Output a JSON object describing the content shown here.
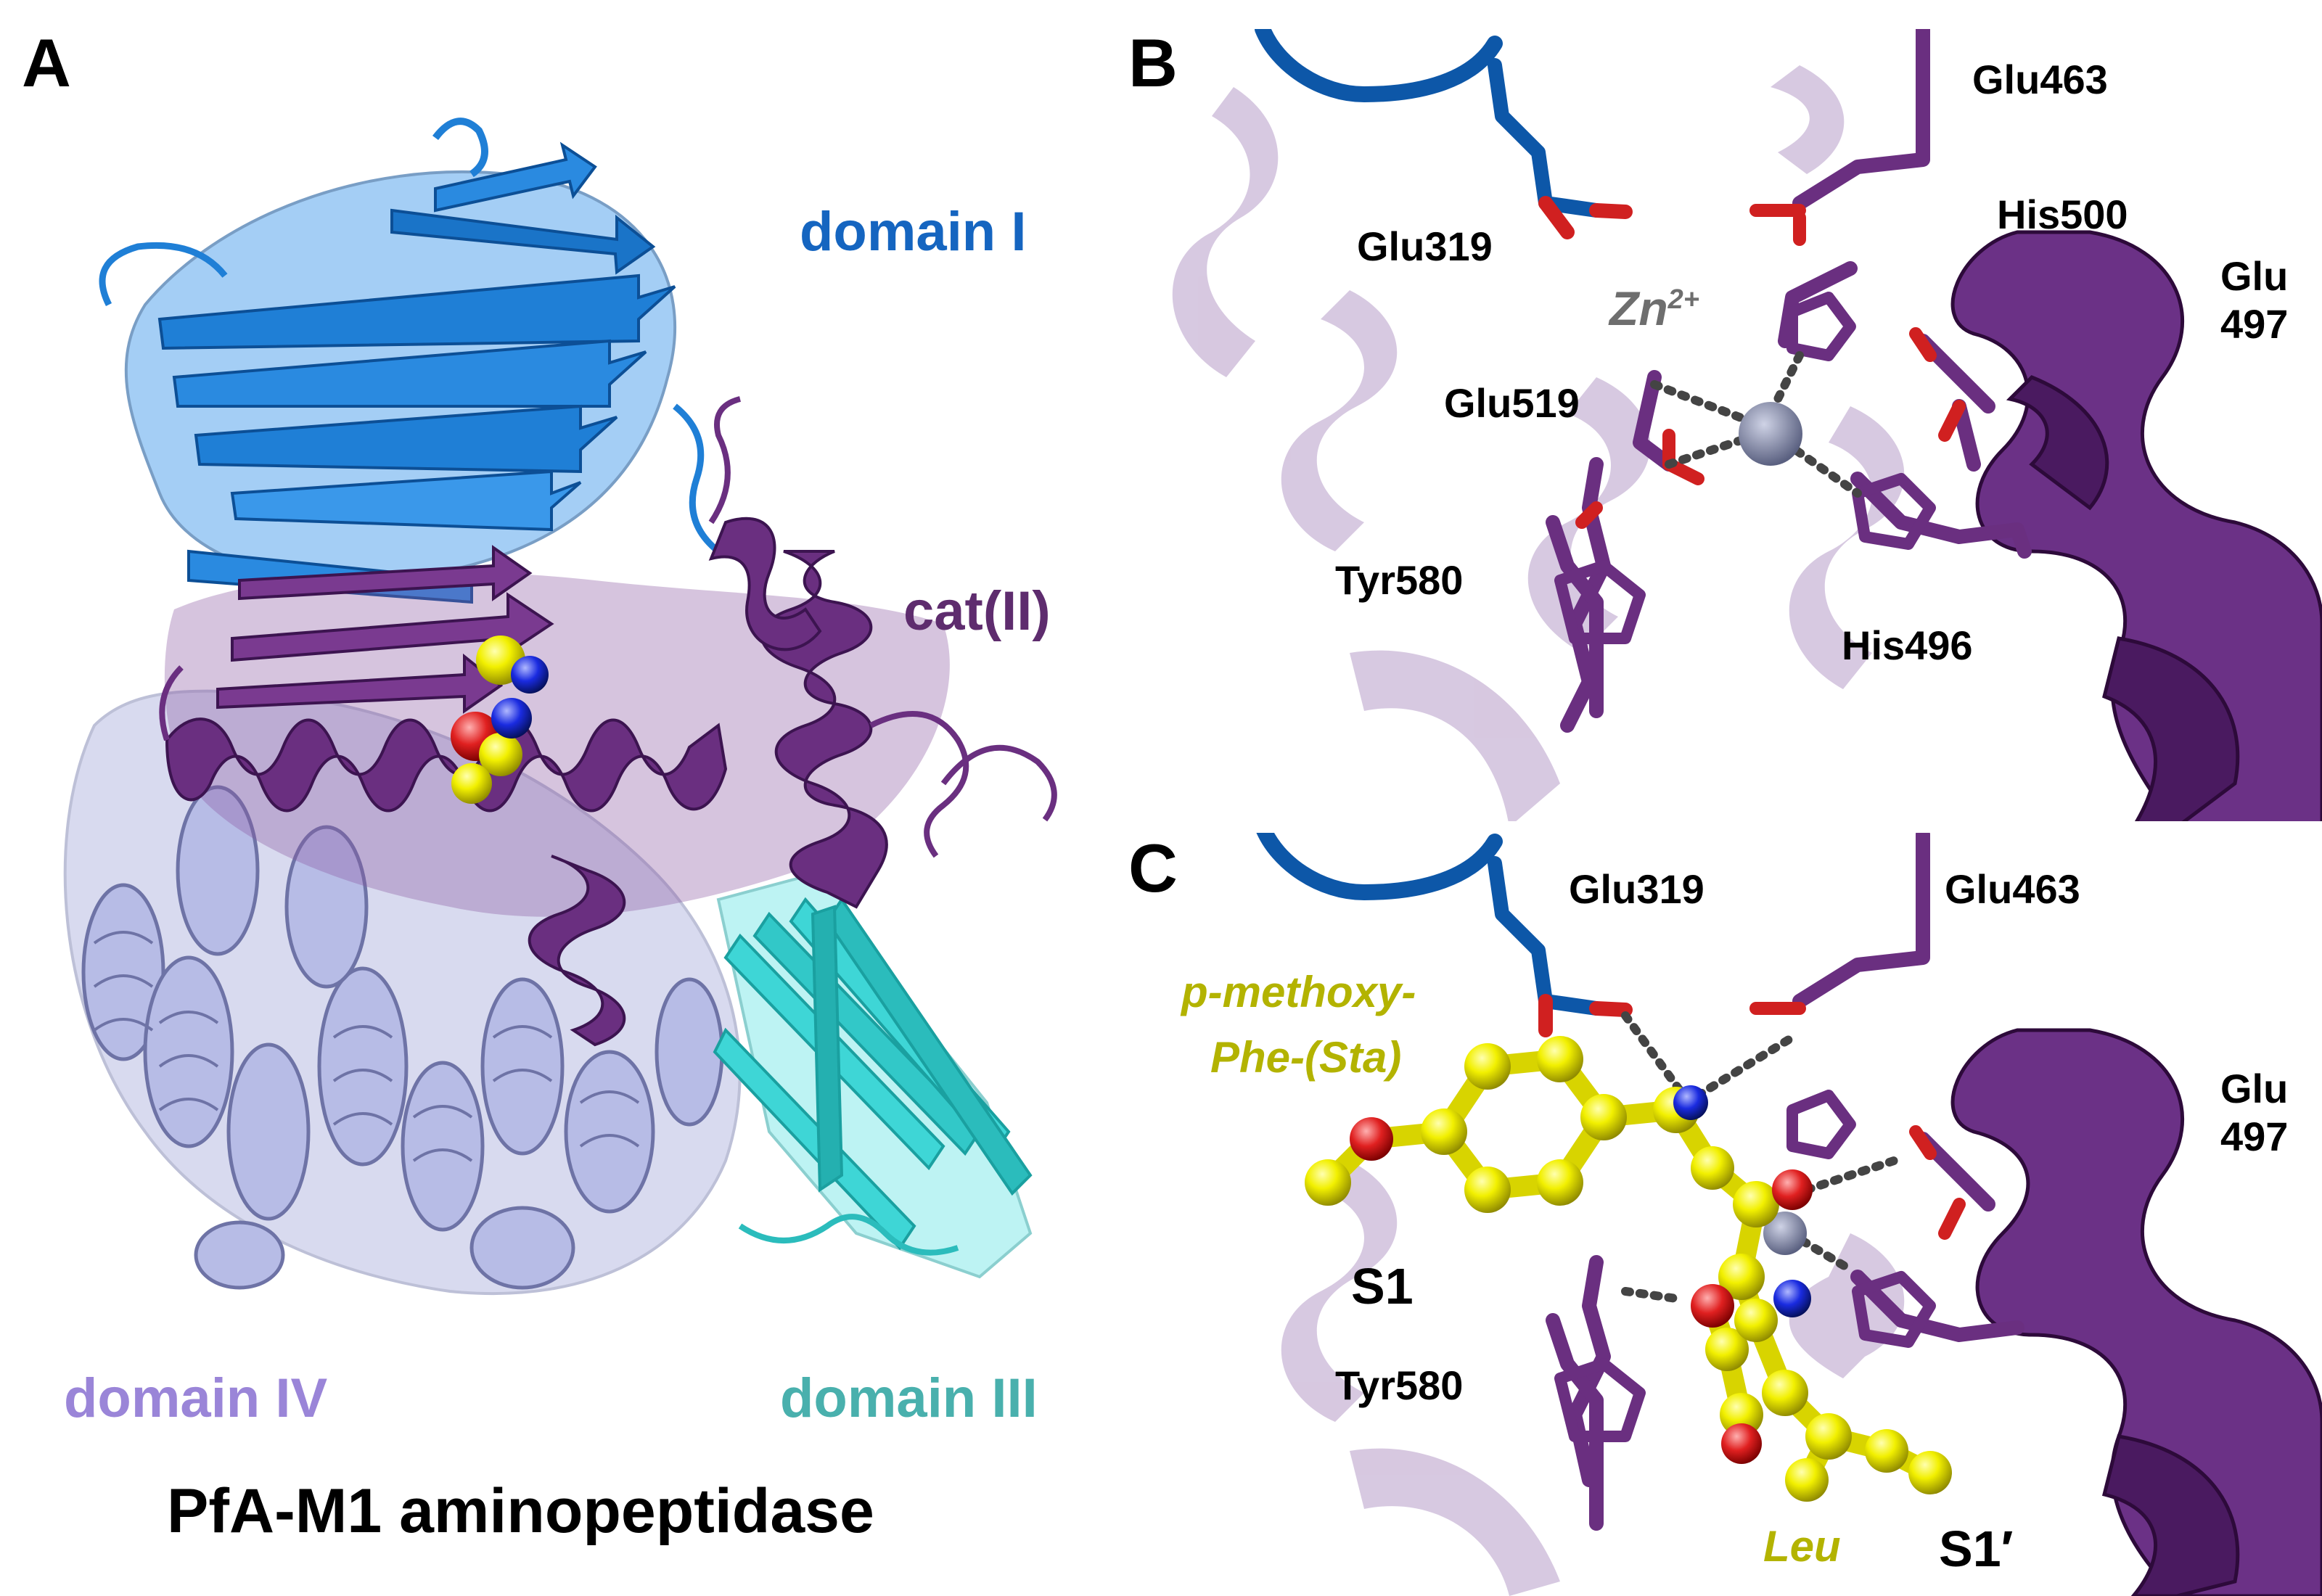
{
  "figure": {
    "title": "PfA-M1 aminopeptidase",
    "panels": {
      "A": {
        "letter": "A",
        "domains": {
          "domain_I": {
            "text": "domain I",
            "color": "#1565c0"
          },
          "cat_II": {
            "text": "cat(II)",
            "color": "#5e2c6e"
          },
          "domain_IV": {
            "text": "domain IV",
            "color": "#9a85d8"
          },
          "domain_III": {
            "text": "domain III",
            "color": "#49b0ad"
          }
        }
      },
      "B": {
        "letter": "B",
        "labels": {
          "glu319": "Glu319",
          "glu463": "Glu463",
          "his500": "His500",
          "glu497": "Glu\n497",
          "zn": "Zn",
          "zn_charge": "2+",
          "glu519": "Glu519",
          "tyr580": "Tyr580",
          "his496": "His496"
        }
      },
      "C": {
        "letter": "C",
        "labels": {
          "glu319": "Glu319",
          "glu463": "Glu463",
          "glu497": "Glu\n497",
          "ligand_line1": "p-methoxy-",
          "ligand_line2": "Phe-(Sta)",
          "s1": "S1",
          "tyr580": "Tyr580",
          "leu": "Leu",
          "s1_prime": "S1′"
        }
      }
    }
  },
  "colors": {
    "domain_I_blue": "#1f7fd6",
    "catalytic_purple": "#6a2f80",
    "domain_IV_lavender": "#a9aedc",
    "domain_III_cyan": "#3ed6d6",
    "ligand_yellow": "#e8e600",
    "ligand_label": "#b3b300",
    "zinc_grey": "#7b82a0",
    "oxygen_red": "#e02020",
    "nitrogen_blue": "#1a2be0"
  }
}
